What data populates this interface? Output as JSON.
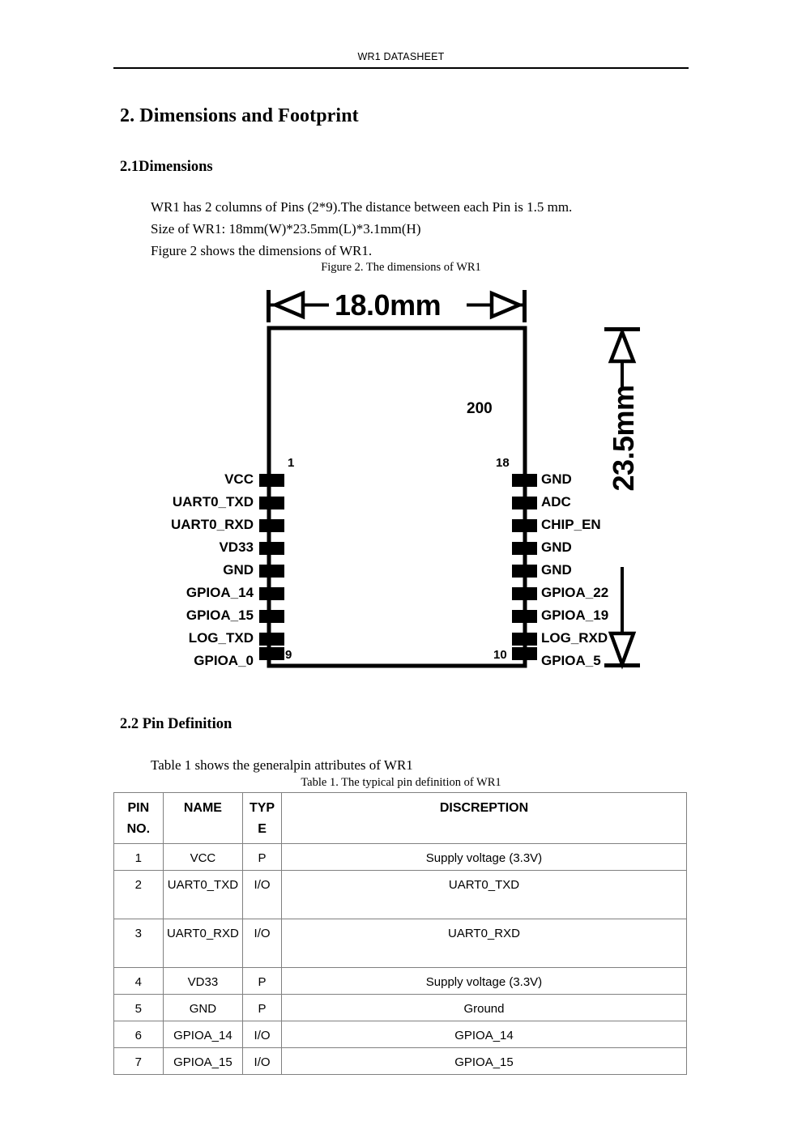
{
  "header": {
    "title": "WR1 DATASHEET"
  },
  "section": {
    "title": "2. Dimensions and Footprint",
    "dimensions_heading": "2.1Dimensions",
    "pin_heading": "2.2 Pin Definition"
  },
  "body": {
    "line1": "WR1 has 2 columns of Pins (2*9).The distance between each Pin is 1.5 mm.",
    "line2": "Size of WR1: 18mm(W)*23.5mm(L)*3.1mm(H)",
    "line3": "Figure 2 shows the dimensions of WR1.",
    "table_intro": "Table 1 shows the generalpin attributes of WR1"
  },
  "captions": {
    "figure": "Figure 2. The dimensions of WR1",
    "table": "Table 1. The typical pin definition of WR1"
  },
  "figure": {
    "width_dimension": "18.0mm",
    "height_dimension": "23.5mm",
    "inner_label": "200",
    "pin_number_top_left": "1",
    "pin_number_bottom_left": "9",
    "pin_number_top_right": "18",
    "pin_number_bottom_right": "10",
    "left_pins": [
      "VCC",
      "UART0_TXD",
      "UART0_RXD",
      "VD33",
      "GND",
      "GPIOA_14",
      "GPIOA_15",
      "LOG_TXD",
      "GPIOA_0"
    ],
    "right_pins": [
      "GND",
      "ADC",
      "CHIP_EN",
      "GND",
      "GND",
      "GPIOA_22",
      "GPIOA_19",
      "LOG_RXD",
      "GPIOA_5"
    ]
  },
  "table": {
    "headers": {
      "pin": "PIN",
      "pin_sub": "NO.",
      "name": "NAME",
      "type": "TYP",
      "type_sub": "E",
      "description": "DISCREPTION"
    },
    "rows": [
      {
        "no": "1",
        "name": "VCC",
        "type": "P",
        "desc": "Supply voltage (3.3V)",
        "tall": false
      },
      {
        "no": "2",
        "name": "UART0_TXD",
        "type": "I/O",
        "desc": "UART0_TXD",
        "tall": true
      },
      {
        "no": "3",
        "name": "UART0_RXD",
        "type": "I/O",
        "desc": "UART0_RXD",
        "tall": true
      },
      {
        "no": "4",
        "name": "VD33",
        "type": "P",
        "desc": "Supply voltage (3.3V)",
        "tall": false
      },
      {
        "no": "5",
        "name": "GND",
        "type": "P",
        "desc": "Ground",
        "tall": false
      },
      {
        "no": "6",
        "name": "GPIOA_14",
        "type": "I/O",
        "desc": "GPIOA_14",
        "tall": false
      },
      {
        "no": "7",
        "name": "GPIOA_15",
        "type": "I/O",
        "desc": "GPIOA_15",
        "tall": false
      }
    ]
  },
  "colors": {
    "ink": "#000000",
    "table_border": "#808080",
    "page": "#ffffff"
  }
}
